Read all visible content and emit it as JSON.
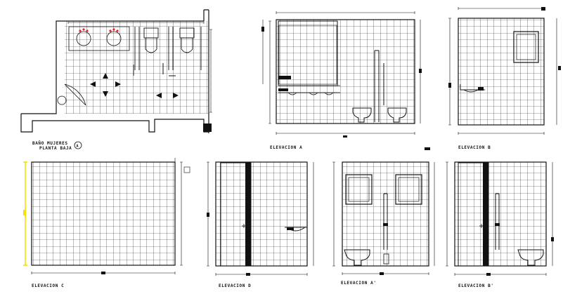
{
  "labels": {
    "plan_title_1": "BAÑO   MUJERES",
    "plan_title_2": "PLANTA BAJA",
    "plan_marker": "A",
    "elevation_a": "ELEVACION  A",
    "elevation_b": "ELEVACION  B",
    "elevation_c": "ELEVACION  C",
    "elevation_d": "ELEVACION  D",
    "elevation_a_prime": "ELEVACION  A'",
    "elevation_b_prime": "ELEVACION  B'"
  },
  "colors": {
    "line": "#111111",
    "accent_red": "#e8202a",
    "dimension_yellow": "#f2e200",
    "fill_black": "#111111"
  }
}
